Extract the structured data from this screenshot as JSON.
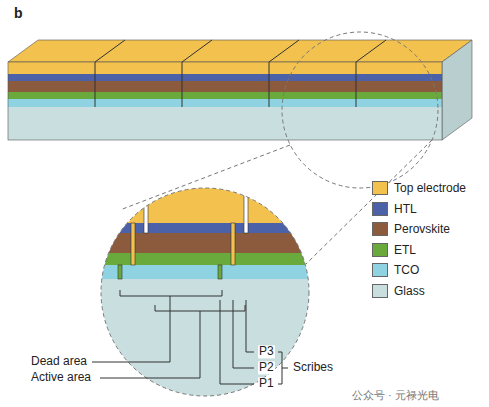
{
  "diagram": {
    "labels": [
      "b",
      "Dead area",
      "Active area",
      "P3",
      "P2",
      "P1",
      "Scribes",
      "公众号 · 元禄光电"
    ],
    "legend": [
      {
        "text": "Top electrode",
        "color": "#f2c14e"
      },
      {
        "text": "HTL",
        "color": "#4b62a8"
      },
      {
        "text": "Perovskite",
        "color": "#8c5b3e"
      },
      {
        "text": "ETL",
        "color": "#6aa93c"
      },
      {
        "text": "TCO",
        "color": "#8fd3e3"
      },
      {
        "text": "Glass",
        "color": "#c9dede"
      }
    ]
  }
}
